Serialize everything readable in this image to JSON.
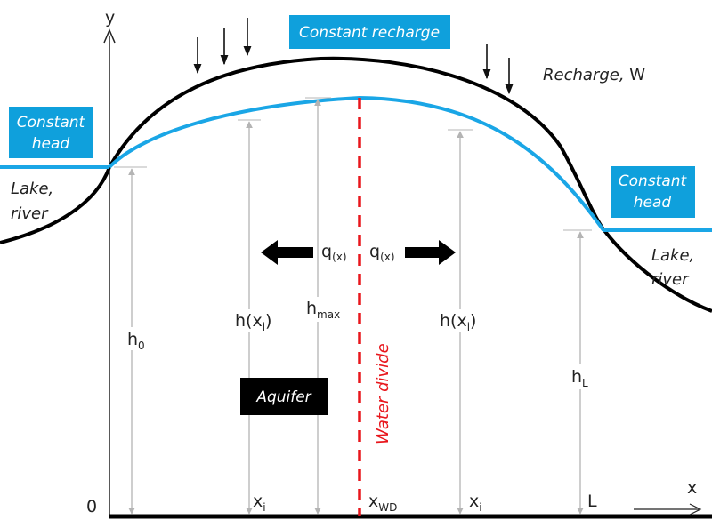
{
  "axes": {
    "y_label": "y",
    "x_label": "x",
    "origin_label": "0"
  },
  "labels": {
    "constant_recharge": "Constant recharge",
    "recharge_prefix": "Recharge, ",
    "recharge_symbol": "W",
    "constant_head_left_line1": "Constant",
    "constant_head_left_line2": "head",
    "constant_head_right_line1": "Constant",
    "constant_head_right_line2": "head",
    "lake_left_line1": "Lake,",
    "lake_left_line2": "river",
    "lake_right_line1": "Lake,",
    "lake_right_line2": "river",
    "aquifer": "Aquifer",
    "water_divide": "Water divide",
    "flux_left": "q",
    "flux_left_sub": "(x)",
    "flux_right": "q",
    "flux_right_sub": "(x)",
    "h0": "h",
    "h0_sub": "0",
    "hxi_left": "h(x",
    "hxi_left_sub": "i",
    "hxi_left_close": ")",
    "hmax": "h",
    "hmax_sub": "max",
    "hxi_right": "h(x",
    "hxi_right_sub": "i",
    "hxi_right_close": ")",
    "hL": "h",
    "hL_sub": "L",
    "xi_left": "x",
    "xi_left_sub": "i",
    "xwd": "x",
    "xwd_sub": "WD",
    "xi_right": "x",
    "xi_right_sub": "i",
    "L": "L"
  },
  "colors": {
    "water_table": "#1aa6e6",
    "label_box": "#0fa0dc",
    "water_divide": "#e8161c",
    "aquifer_box": "#000000",
    "ground": "#000000",
    "dimension_lines": "#b4b4b4"
  }
}
